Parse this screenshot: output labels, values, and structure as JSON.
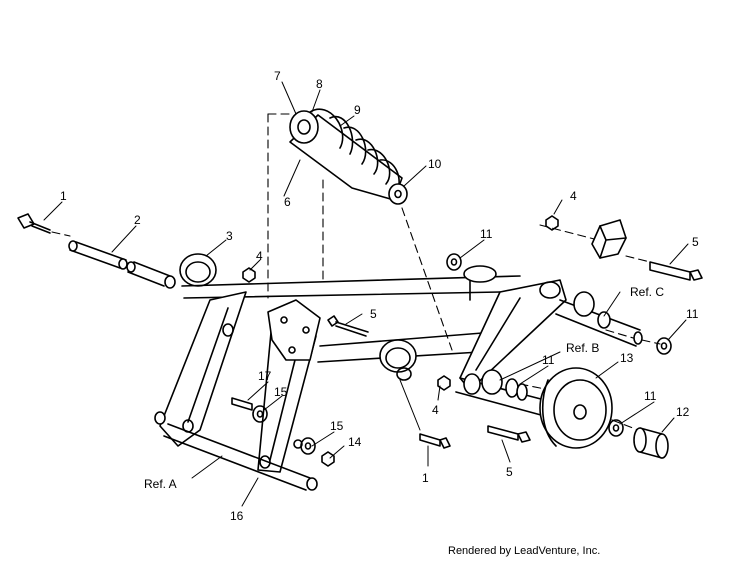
{
  "callouts": {
    "c1a": "1",
    "c1b": "1",
    "c2": "2",
    "c3": "3",
    "c4a": "4",
    "c4b": "4",
    "c4c": "4",
    "c5a": "5",
    "c5b": "5",
    "c5c": "5",
    "c6": "6",
    "c7": "7",
    "c8": "8",
    "c9": "9",
    "c10": "10",
    "c11a": "11",
    "c11b": "11",
    "c11c": "11",
    "c11d": "11",
    "c12": "12",
    "c13": "13",
    "c14": "14",
    "c15a": "15",
    "c15b": "15",
    "c16": "16",
    "c17": "17"
  },
  "refs": {
    "a": "Ref. A",
    "b": "Ref. B",
    "c": "Ref. C"
  },
  "footer": "Rendered by LeadVenture, Inc."
}
